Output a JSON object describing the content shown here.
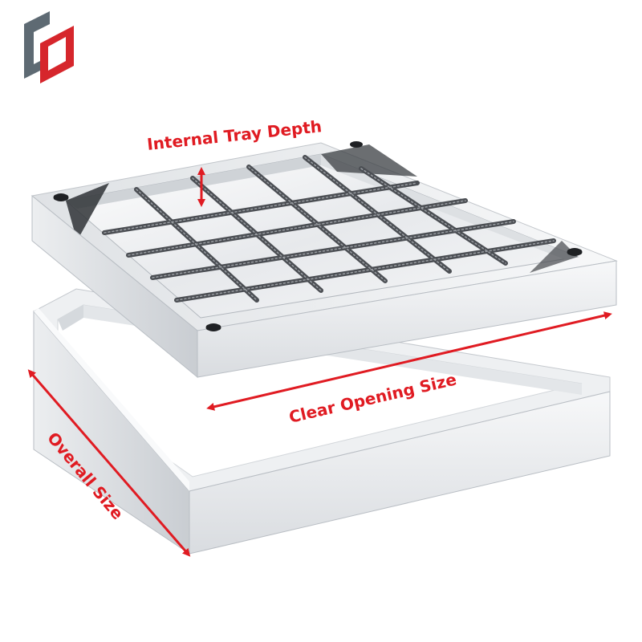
{
  "labels": {
    "internal_tray_depth": "Internal Tray Depth",
    "clear_opening_size": "Clear Opening Size",
    "overall_size": "Overall Size"
  },
  "colors": {
    "annotation": "#e01b22",
    "logo_gray": "#5e6a73",
    "logo_red": "#d6262c",
    "steel_light": "#f2f3f5",
    "steel_mid": "#cdd1d6",
    "steel_dark": "#9ea4ab",
    "rebar": "#5a5d62"
  },
  "icons": {
    "logo": "brand-logo-icon",
    "arrow": "double-arrow-icon"
  }
}
